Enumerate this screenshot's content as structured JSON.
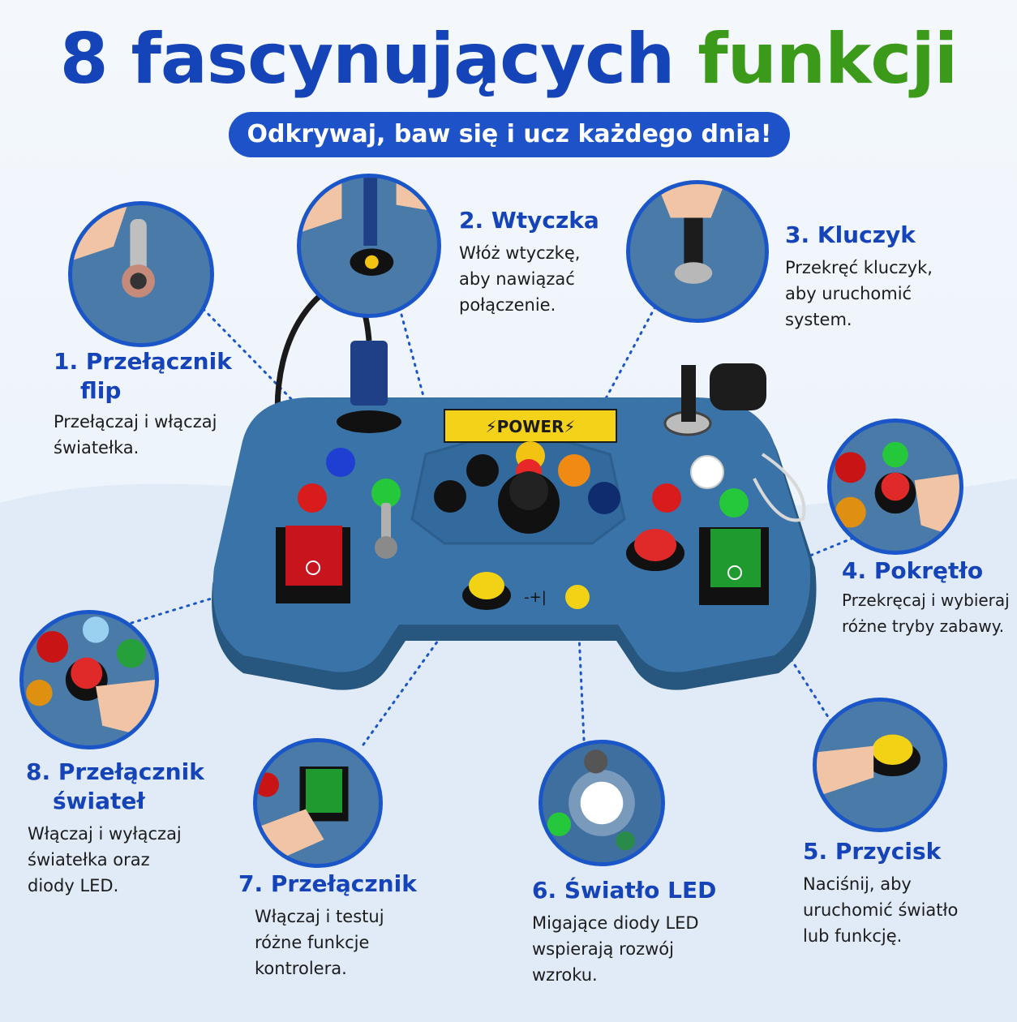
{
  "header": {
    "title_part1": "8 fascynujących",
    "title_part2": "funkcji",
    "subtitle": "Odkrywaj, baw się i ucz każdego dnia!"
  },
  "toy": {
    "power_label": "⚡POWER⚡"
  },
  "features": [
    {
      "title_line1": "1. Przełącznik",
      "title_line2": "flip",
      "desc": [
        "Przełączaj i włączaj",
        "światełka."
      ]
    },
    {
      "title_line1": "2. Wtyczka",
      "title_line2": "",
      "desc": [
        "Włóż wtyczkę,",
        "aby nawiązać",
        "połączenie."
      ]
    },
    {
      "title_line1": "3. Kluczyk",
      "title_line2": "",
      "desc": [
        "Przekręć kluczyk,",
        "aby uruchomić",
        "system."
      ]
    },
    {
      "title_line1": "4. Pokrętło",
      "title_line2": "",
      "desc": [
        "Przekręcaj i wybieraj",
        "różne tryby zabawy."
      ]
    },
    {
      "title_line1": "5. Przycisk",
      "title_line2": "",
      "desc": [
        "Naciśnij, aby",
        "uruchomić światło",
        "lub funkcję."
      ]
    },
    {
      "title_line1": "6. Światło LED",
      "title_line2": "",
      "desc": [
        "Migające diody LED",
        "wspierają rozwój",
        "wzroku."
      ]
    },
    {
      "title_line1": "7. Przełącznik",
      "title_line2": "",
      "desc": [
        "Włączaj i testuj",
        "różne funkcje",
        "kontrolera."
      ]
    },
    {
      "title_line1": "8. Przełącznik",
      "title_line2": "świateł",
      "desc": [
        "Włączaj i wyłączaj",
        "światełka oraz",
        "diody LED."
      ]
    }
  ],
  "colors": {
    "title_blue": "#1543b8",
    "title_green": "#3c9a1a",
    "pill_blue": "#1d52c8",
    "toy_blue": "#3a73a8",
    "power_yellow": "#f5d21a"
  }
}
